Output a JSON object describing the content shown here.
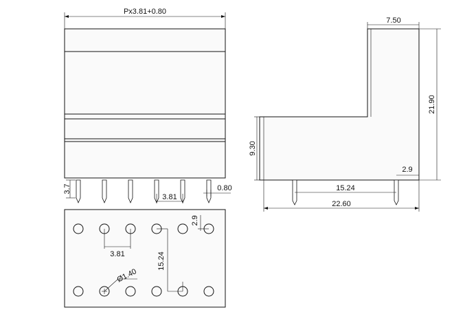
{
  "dimensions": {
    "pitch_formula": "Px3.81+0.80",
    "pin_height": "3.7",
    "pitch": "3.81",
    "pin_width": "0.80",
    "side_top_width": "7.50",
    "total_height": "21.90",
    "lower_height": "9.30",
    "edge_offset": "2.9",
    "row_spacing": "15.24",
    "depth": "22.60",
    "hole_diameter": "Ø1.40",
    "hole_offset": "2.9",
    "pitch_bottom": "3.81",
    "row_spacing_bottom": "15.24"
  }
}
